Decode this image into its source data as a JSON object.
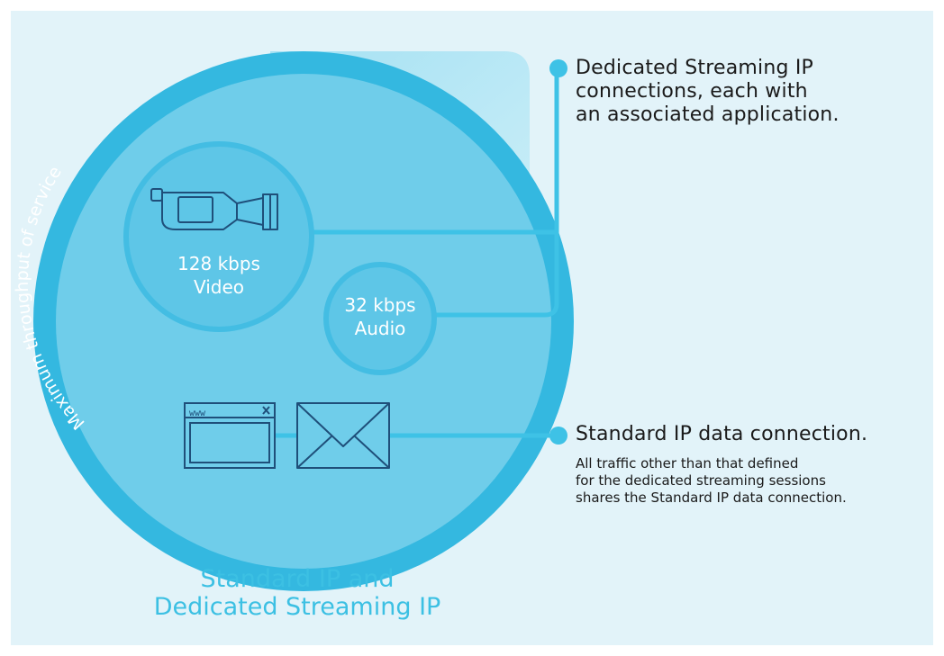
{
  "diagram": {
    "ring_label": "Maximum throughput of service",
    "video": {
      "rate": "128 kbps",
      "name": "Video",
      "icon": "video-camera-icon"
    },
    "audio": {
      "rate": "32 kbps",
      "name": "Audio"
    },
    "data_icons": [
      "browser-window-icon",
      "envelope-icon"
    ],
    "browser_text": "www",
    "callout_streaming": {
      "lines": [
        "Dedicated Streaming IP",
        "connections, each with",
        "an associated application."
      ]
    },
    "callout_standard": {
      "title": "Standard IP data connection.",
      "lines": [
        "All traffic other than that defined",
        "for the dedicated streaming sessions",
        "shares the Standard IP data connection."
      ]
    },
    "bottom_title": [
      "Standard IP and",
      "Dedicated Streaming IP"
    ]
  },
  "colors": {
    "background": "#e2f3f9",
    "outer_circle": "#34b8e0",
    "inner_circle": "#6fcdea",
    "subcircle": "#5ec6e7",
    "connector": "#3ec2e6",
    "icon_stroke": "#1f4f7a",
    "title_text": "#3cc0e3"
  }
}
